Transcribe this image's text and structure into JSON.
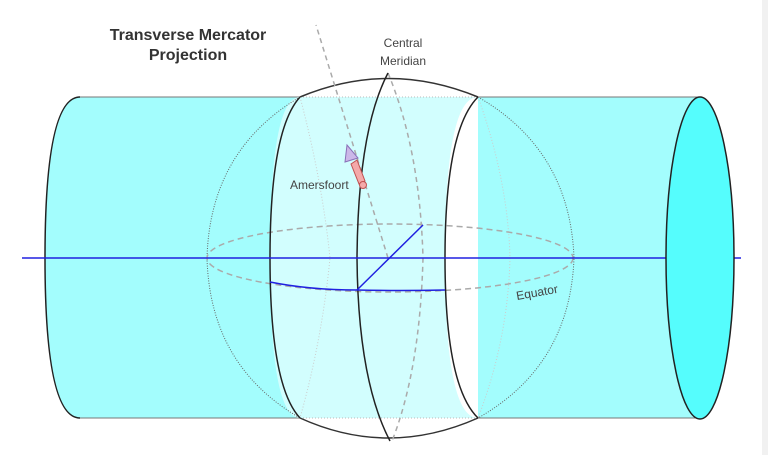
{
  "diagram": {
    "title_line1": "Transverse Mercator",
    "title_line2": "Projection",
    "labels": {
      "central_meridian_line1": "Central",
      "central_meridian_line2": "Meridian",
      "point": "Amersfoort",
      "equator": "Equator"
    },
    "colors": {
      "cylinder_fill": "#a3fdfd",
      "cylinder_end_fill": "#55fdfd",
      "sphere_inside_fill": "#d2fefe",
      "axis_line": "#2020e0",
      "outline": "#222222",
      "dashed": "#aaaaaa",
      "arrow_fill": "#f4a9a9",
      "arrow_head_fill": "#cbb8e8"
    }
  }
}
